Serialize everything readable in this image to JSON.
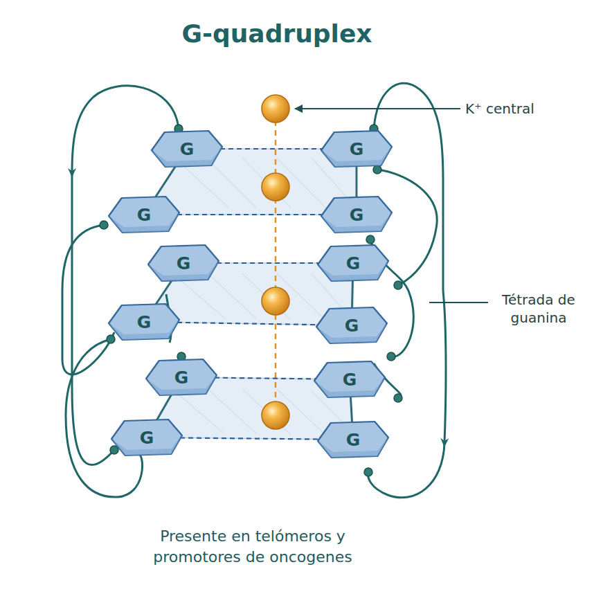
{
  "diagram": {
    "title": "G-quadruplex",
    "caption": "Presente en telómeros y promotores de oncogenes",
    "nodes": [
      {
        "text": [
          "G"
        ]
      },
      {
        "text": [
          "G"
        ]
      },
      {
        "text": [
          "G"
        ]
      },
      {
        "text": [
          "G"
        ]
      },
      {
        "text": [
          "G"
        ]
      },
      {
        "text": [
          "G"
        ]
      },
      {
        "text": [
          "G"
        ]
      },
      {
        "text": [
          "G"
        ]
      },
      {
        "text": [
          "G"
        ]
      },
      {
        "text": [
          "G"
        ]
      },
      {
        "text": [
          "G"
        ]
      },
      {
        "text": [
          "G"
        ]
      }
    ],
    "edges": [
      {
        "from": 0,
        "to": 1,
        "arrow": "none"
      },
      {
        "from": 2,
        "to": 3,
        "arrow": "none"
      },
      {
        "from": 4,
        "to": 5,
        "arrow": "none"
      },
      {
        "from": 6,
        "to": 7,
        "arrow": "none"
      },
      {
        "from": 8,
        "to": 9,
        "arrow": "none"
      },
      {
        "from": 10,
        "to": 11,
        "arrow": "none"
      },
      {
        "from": 0,
        "to": 2,
        "arrow": "none"
      },
      {
        "from": 4,
        "to": 6,
        "arrow": "none"
      },
      {
        "from": 8,
        "to": 10,
        "arrow": "none"
      },
      {
        "from": 1,
        "to": 3,
        "arrow": "none"
      },
      {
        "from": 5,
        "to": 7,
        "arrow": "none"
      },
      {
        "from": 9,
        "to": 11,
        "arrow": "none"
      }
    ],
    "labels": [
      "K⁺ central",
      "Tétrada de guanina"
    ]
  }
}
